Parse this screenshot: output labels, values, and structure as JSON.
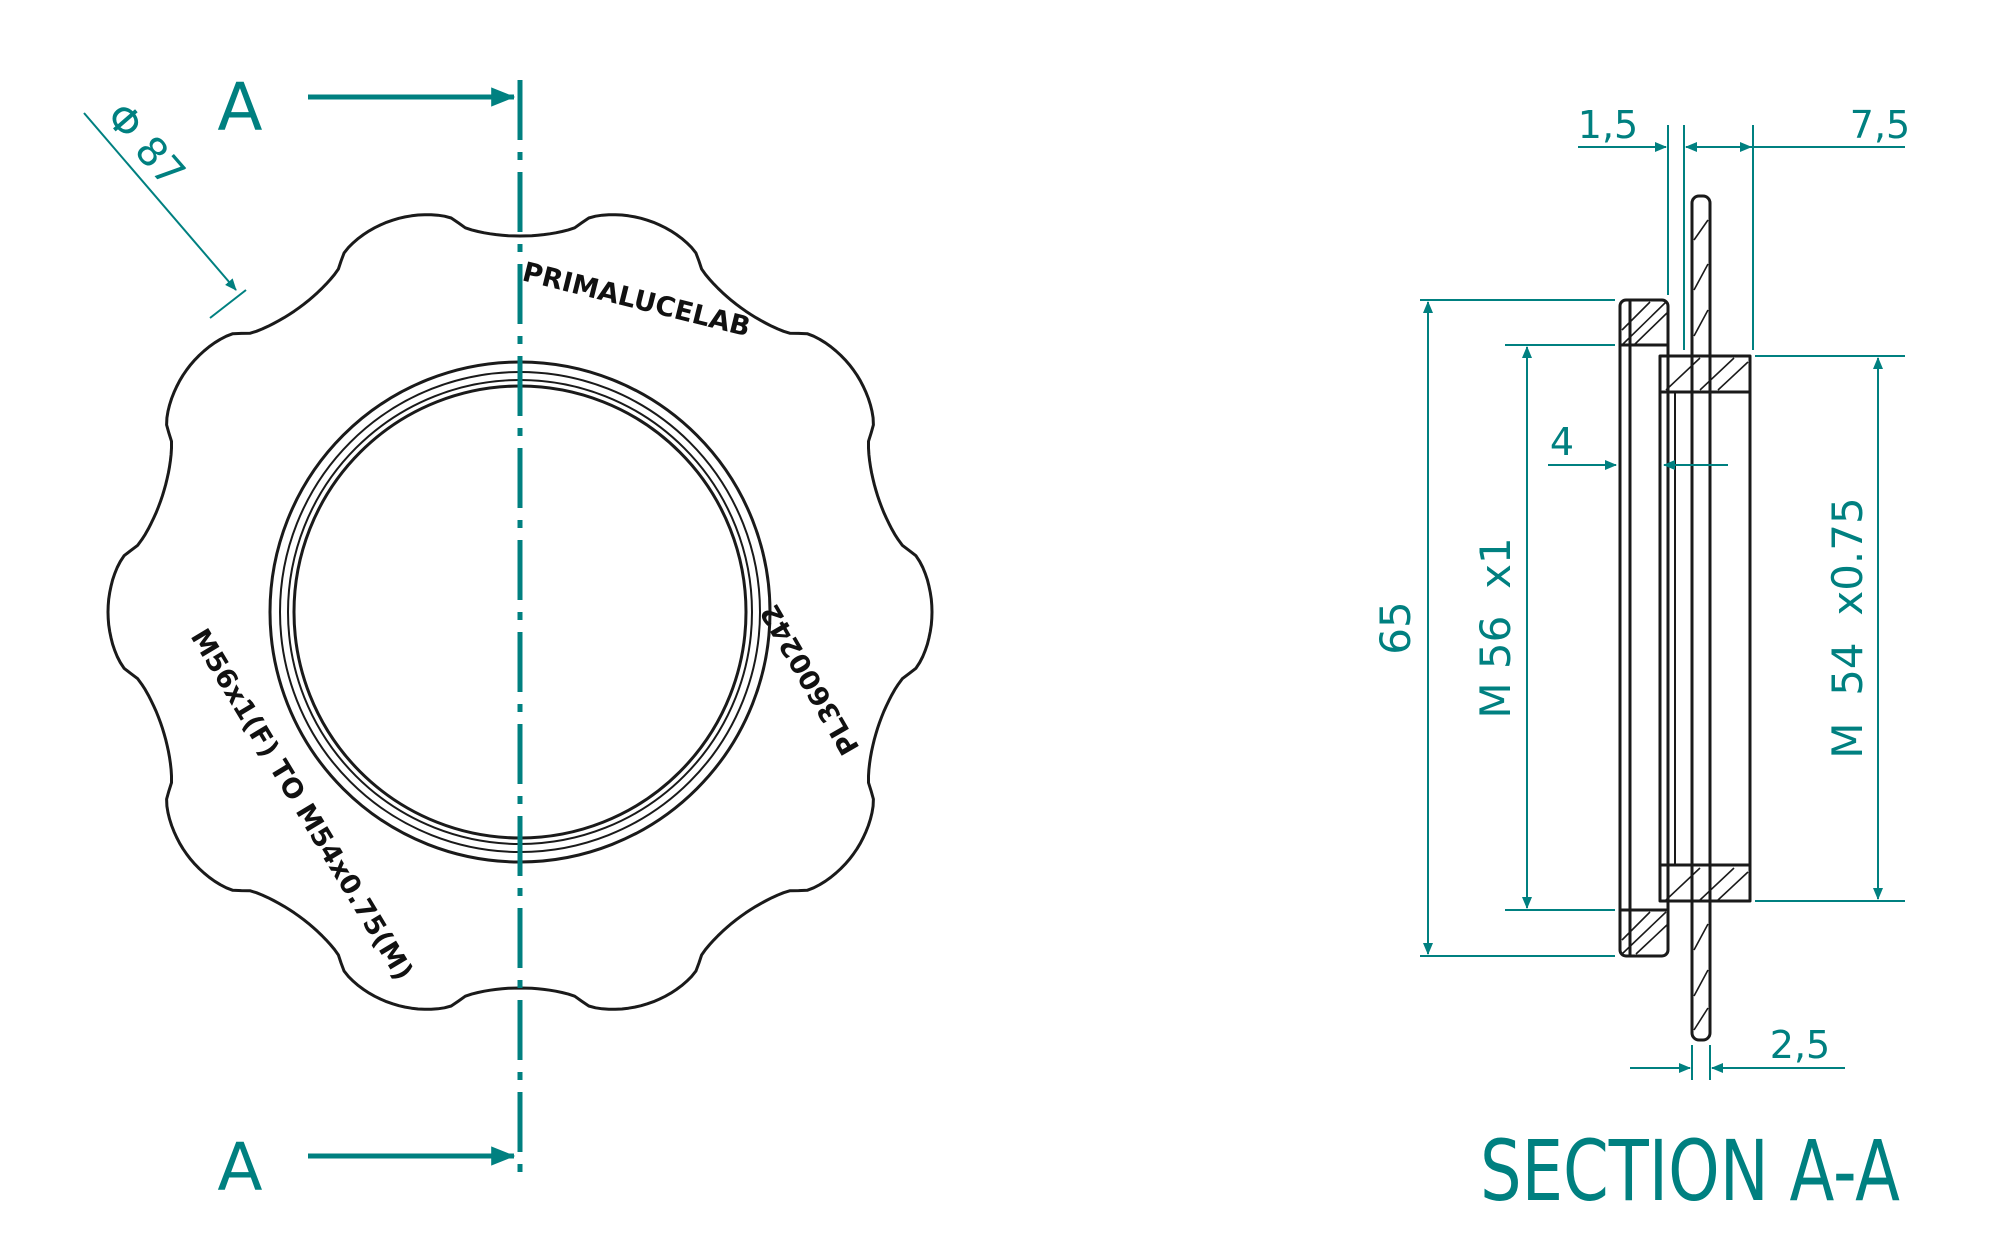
{
  "colors": {
    "dimension": "#008080",
    "outline": "#1a1a1a",
    "background": "#ffffff"
  },
  "front_view": {
    "section_marker_top": "A",
    "section_marker_bottom": "A",
    "diameter_label": "Φ 87",
    "engravings": {
      "brand": "PRIMALUCELAB",
      "part_number": "PL3600242",
      "thread_spec": "M56x1(F) TO M54x0.75(M)"
    }
  },
  "section_view": {
    "title": "SECTION A-A",
    "dimensions": {
      "top_left": "1,5",
      "top_right": "7,5",
      "inner_step": "4",
      "bottom": "2,5",
      "overall_height": "65",
      "thread_female": "M 56  x1",
      "thread_male": "M  54  x0.75"
    }
  }
}
